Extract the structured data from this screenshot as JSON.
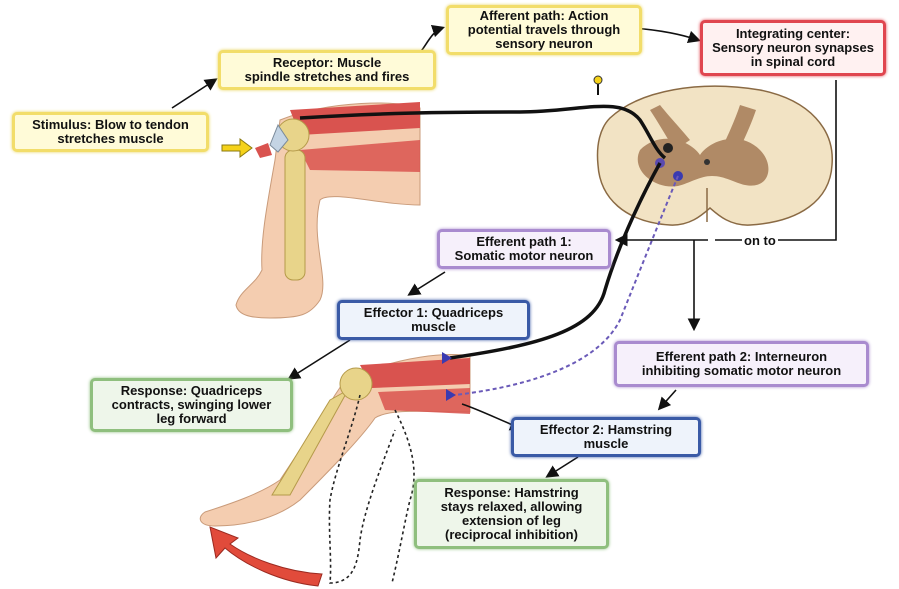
{
  "stimulus": {
    "lines": [
      "Stimulus: Blow to tendon",
      "stretches muscle"
    ]
  },
  "receptor": {
    "lines": [
      "Receptor: Muscle",
      "spindle stretches and fires"
    ]
  },
  "afferent": {
    "lines": [
      "Afferent path: Action",
      "potential travels through",
      "sensory neuron"
    ]
  },
  "integrating": {
    "lines": [
      "Integrating center:",
      "Sensory neuron synapses",
      "in spinal cord"
    ]
  },
  "on_to": "on to",
  "efferent1": {
    "lines": [
      "Efferent path 1:",
      "Somatic motor neuron"
    ]
  },
  "effector1": {
    "lines": [
      "Effector 1: Quadriceps",
      "muscle"
    ]
  },
  "response1": {
    "lines": [
      "Response: Quadriceps",
      "contracts, swinging lower",
      "leg forward"
    ]
  },
  "efferent2": {
    "lines": [
      "Efferent path 2: Interneuron",
      "inhibiting somatic motor neuron"
    ]
  },
  "effector2": {
    "lines": [
      "Effector 2: Hamstring",
      "muscle"
    ]
  },
  "response2": {
    "lines": [
      "Response: Hamstring",
      "stays relaxed, allowing",
      "extension of leg",
      "(reciprocal inhibition)"
    ]
  },
  "colors": {
    "yellow_border": "#f2dd6a",
    "red_border": "#e0464f",
    "purple_border": "#a98bcf",
    "blue_border": "#3a5aa6",
    "green_border": "#8fbf7e",
    "muscle": "#d9534f",
    "bone": "#e8d48a",
    "skin": "#f4cdb0",
    "spinal_cord": "#f2e3c4",
    "grey_matter": "#b08a66"
  }
}
